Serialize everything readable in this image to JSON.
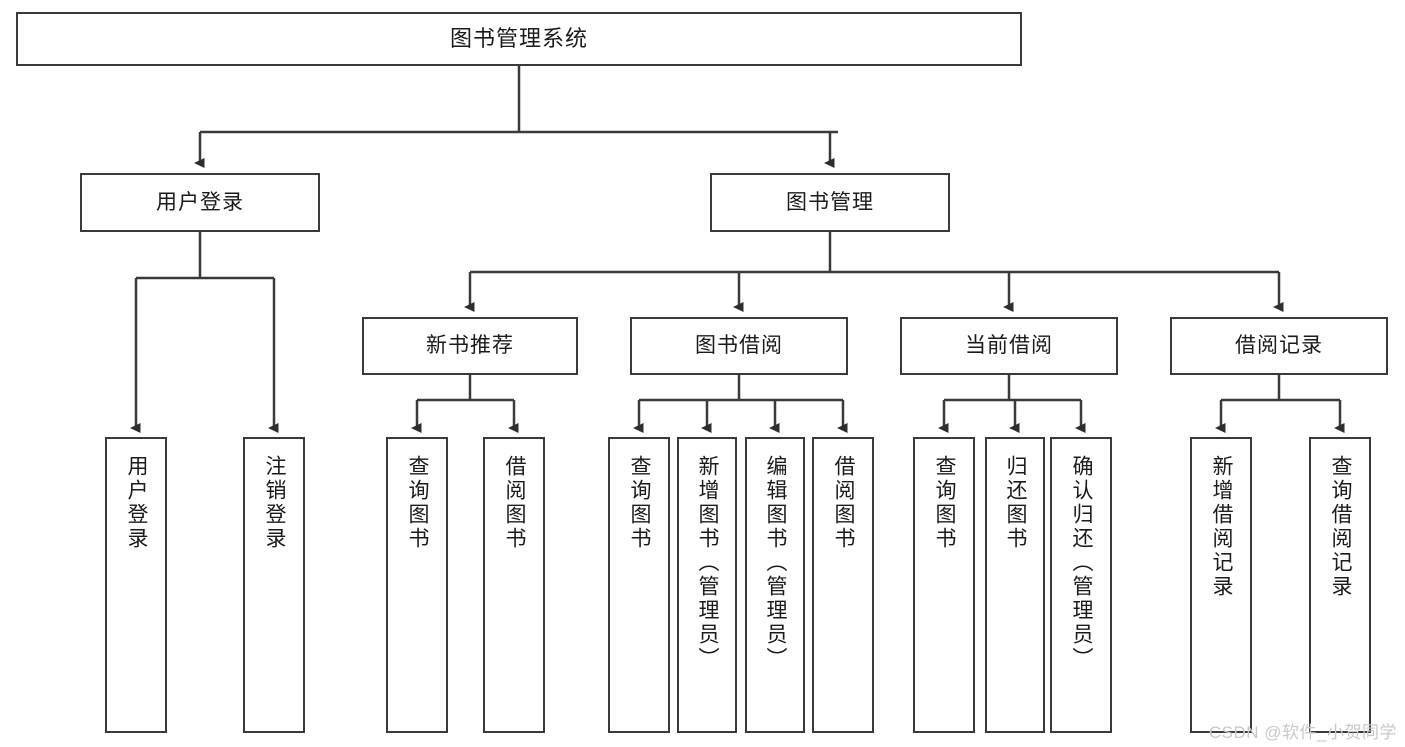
{
  "diagram": {
    "title": "图书管理系统",
    "type": "hierarchy-tree",
    "stroke_color": "#3a3a3a",
    "background_color": "#ffffff",
    "text_color": "#1b1b1b",
    "levels": [
      {
        "level": 1,
        "nodes": [
          {
            "id": "root",
            "label": "图书管理系统",
            "orientation": "horizontal"
          }
        ]
      },
      {
        "level": 2,
        "nodes": [
          {
            "id": "user-login",
            "label": "用户登录",
            "orientation": "horizontal"
          },
          {
            "id": "book-management",
            "label": "图书管理",
            "orientation": "horizontal"
          }
        ]
      },
      {
        "level": 3,
        "nodes": [
          {
            "id": "new-book-recommend",
            "label": "新书推荐",
            "orientation": "horizontal"
          },
          {
            "id": "book-borrow",
            "label": "图书借阅",
            "orientation": "horizontal"
          },
          {
            "id": "current-borrow",
            "label": "当前借阅",
            "orientation": "horizontal"
          },
          {
            "id": "borrow-record",
            "label": "借阅记录",
            "orientation": "horizontal"
          }
        ]
      },
      {
        "level": 4,
        "nodes": [
          {
            "id": "leaf-user-login",
            "label": "用户登录",
            "orientation": "vertical",
            "parent": "user-login"
          },
          {
            "id": "leaf-user-logout",
            "label": "注销登录",
            "orientation": "vertical",
            "parent": "user-login"
          },
          {
            "id": "leaf-query-book-1",
            "label": "查询图书",
            "orientation": "vertical",
            "parent": "new-book-recommend"
          },
          {
            "id": "leaf-borrow-book-1",
            "label": "借阅图书",
            "orientation": "vertical",
            "parent": "new-book-recommend"
          },
          {
            "id": "leaf-query-book-2",
            "label": "查询图书",
            "orientation": "vertical",
            "parent": "book-borrow"
          },
          {
            "id": "leaf-add-book",
            "label": "新增图书（管理员）",
            "orientation": "vertical",
            "parent": "book-borrow"
          },
          {
            "id": "leaf-edit-book",
            "label": "编辑图书（管理员）",
            "orientation": "vertical",
            "parent": "book-borrow"
          },
          {
            "id": "leaf-borrow-book-2",
            "label": "借阅图书",
            "orientation": "vertical",
            "parent": "book-borrow"
          },
          {
            "id": "leaf-query-book-3",
            "label": "查询图书",
            "orientation": "vertical",
            "parent": "current-borrow"
          },
          {
            "id": "leaf-return-book",
            "label": "归还图书",
            "orientation": "vertical",
            "parent": "current-borrow"
          },
          {
            "id": "leaf-confirm-return",
            "label": "确认归还（管理员）",
            "orientation": "vertical",
            "parent": "current-borrow"
          },
          {
            "id": "leaf-add-record",
            "label": "新增借阅记录",
            "orientation": "vertical",
            "parent": "borrow-record"
          },
          {
            "id": "leaf-query-record",
            "label": "查询借阅记录",
            "orientation": "vertical",
            "parent": "borrow-record"
          }
        ]
      }
    ]
  },
  "watermark": {
    "text": "CSDN @软件_小贺同学"
  }
}
